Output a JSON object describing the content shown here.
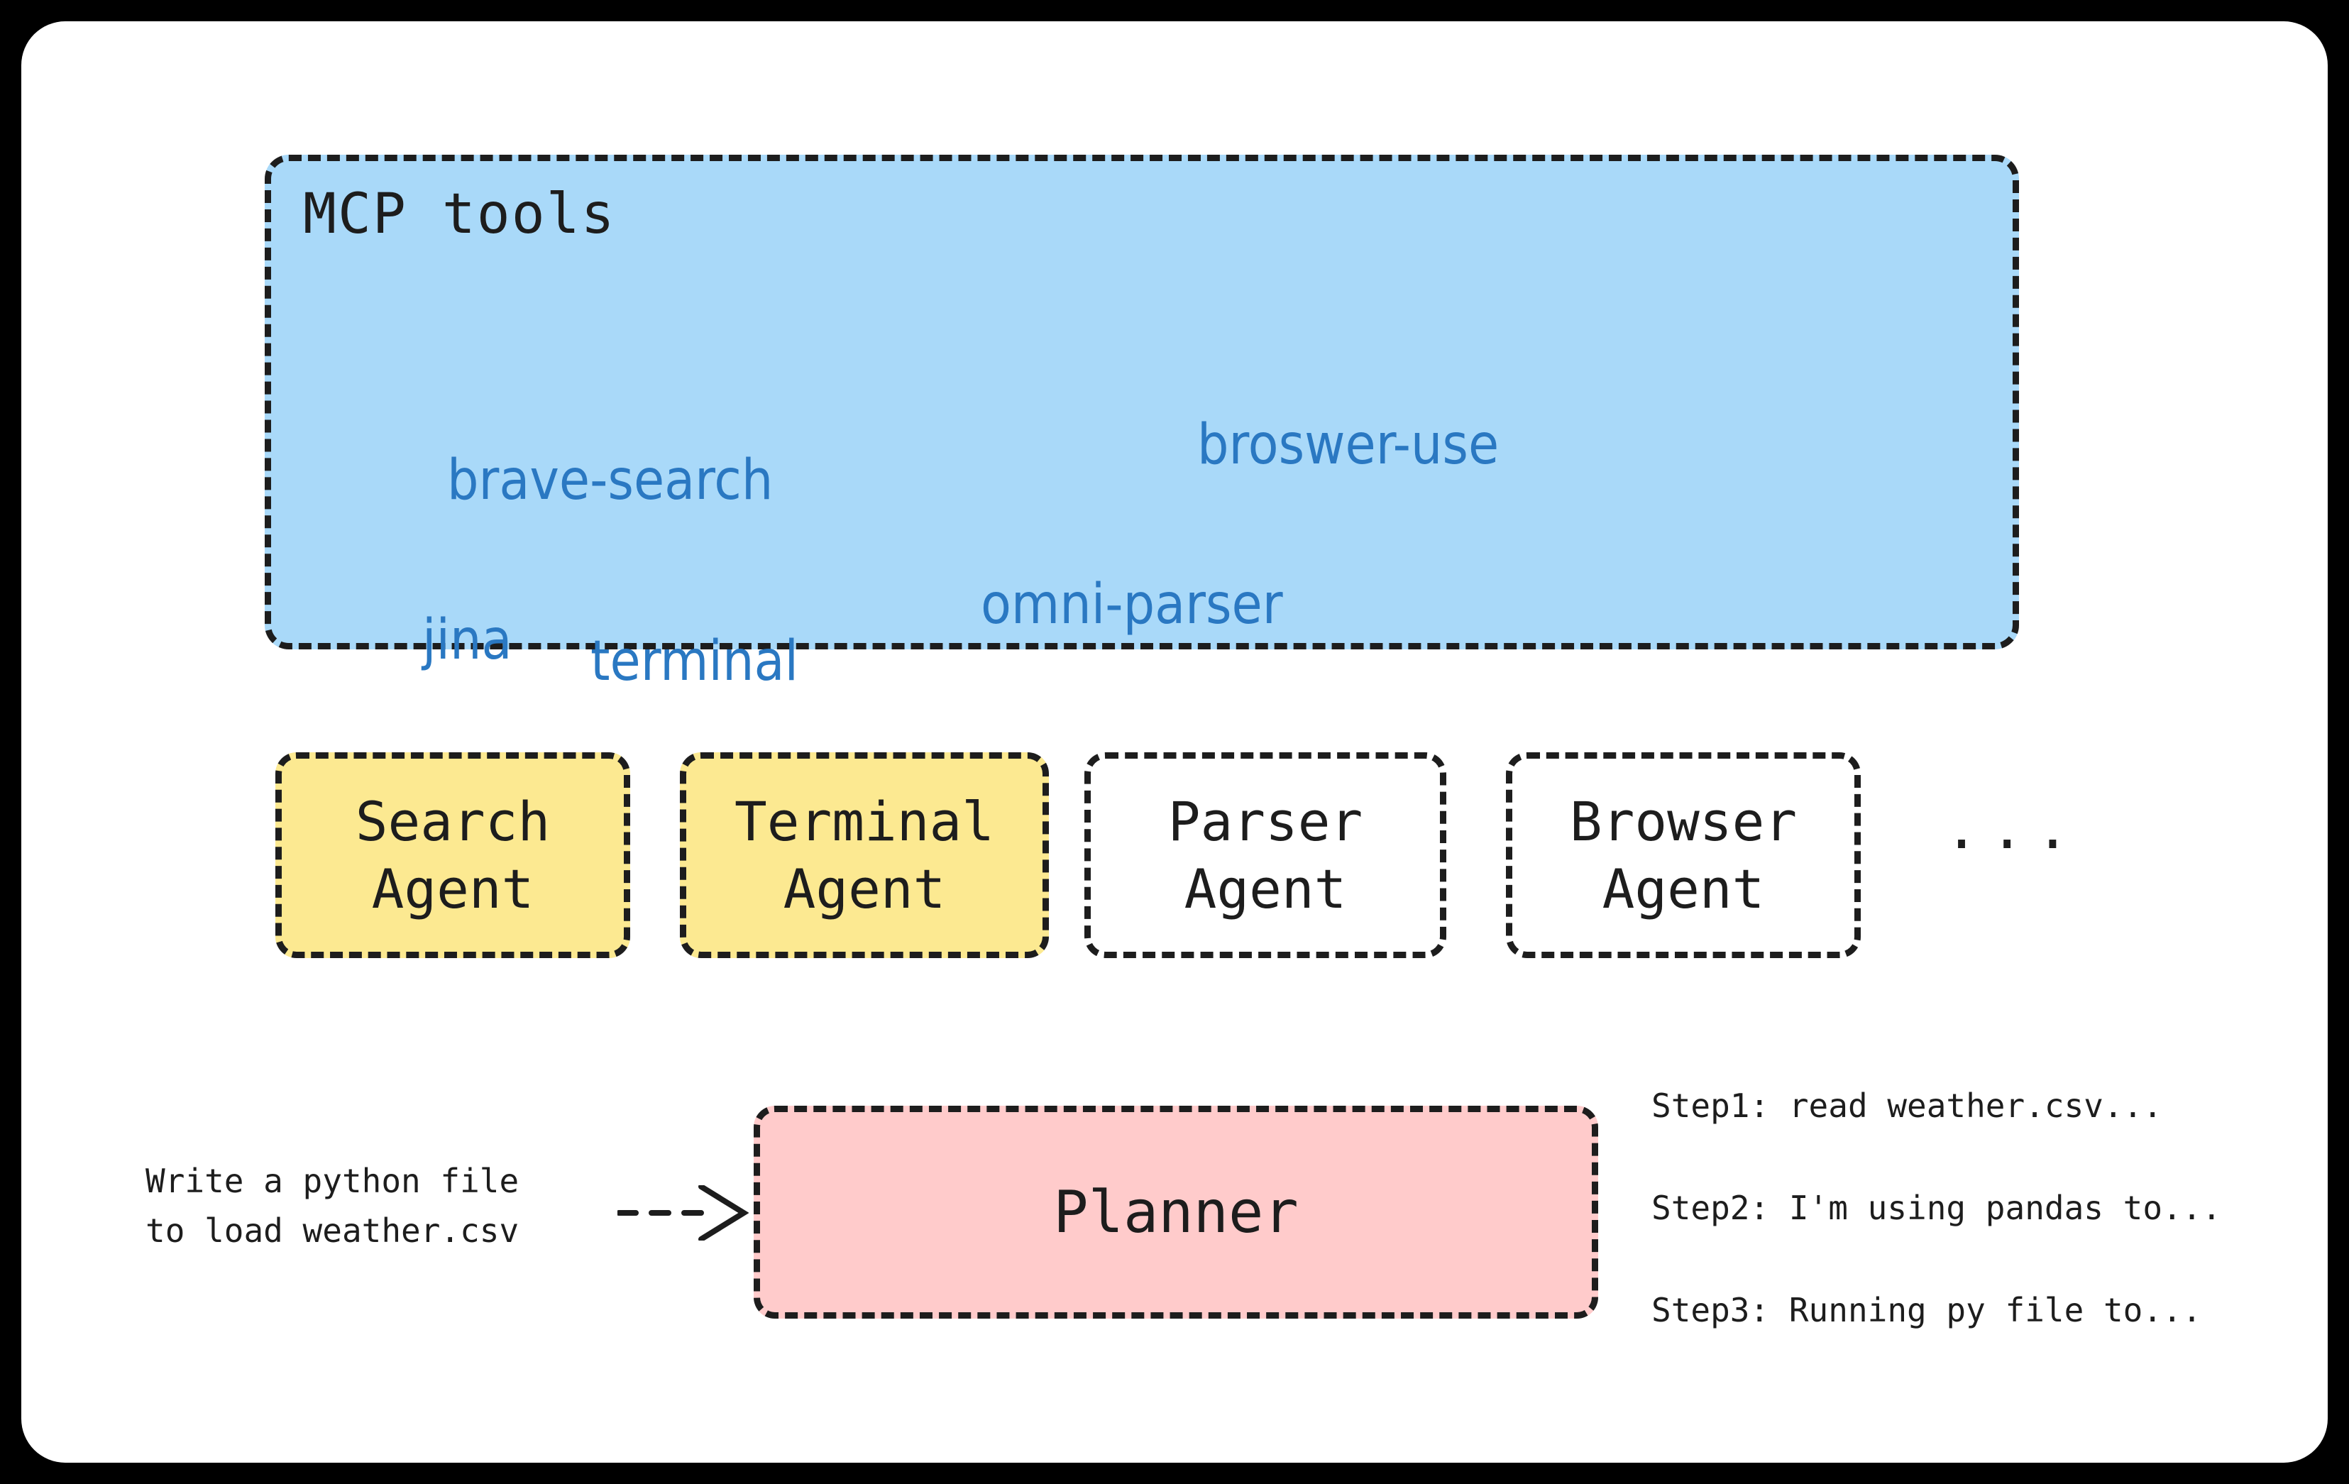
{
  "colors": {
    "frame": "#000000",
    "page": "#ffffff",
    "mcp_fill": "#a9d9f9",
    "tool_text": "#2a78c2",
    "agent_fill_active": "#fce991",
    "agent_fill_idle": "#ffffff",
    "planner_fill": "#ffcbcb",
    "stroke": "#1d1d1d"
  },
  "mcp": {
    "title": "MCP tools",
    "tools": [
      {
        "name": "brave-search",
        "label": "brave-search"
      },
      {
        "name": "broswer-use",
        "label": "broswer-use"
      },
      {
        "name": "omni-parser",
        "label": "omni-parser"
      },
      {
        "name": "jina",
        "label": "jina"
      },
      {
        "name": "terminal",
        "label": "terminal"
      }
    ]
  },
  "agents": {
    "items": [
      {
        "name": "search-agent",
        "line1": "Search",
        "line2": "Agent",
        "active": true
      },
      {
        "name": "terminal-agent",
        "line1": "Terminal",
        "line2": "Agent",
        "active": true
      },
      {
        "name": "parser-agent",
        "line1": "Parser",
        "line2": "Agent",
        "active": false
      },
      {
        "name": "browser-agent",
        "line1": "Browser",
        "line2": "Agent",
        "active": false
      }
    ],
    "ellipsis": "..."
  },
  "planner": {
    "prompt_line1": "Write a python file",
    "prompt_line2": "to load weather.csv",
    "arrow": "dashed-arrow-right",
    "label": "Planner",
    "steps": [
      "Step1: read weather.csv...",
      "Step2: I'm using pandas to...",
      "Step3: Running py file to..."
    ]
  }
}
